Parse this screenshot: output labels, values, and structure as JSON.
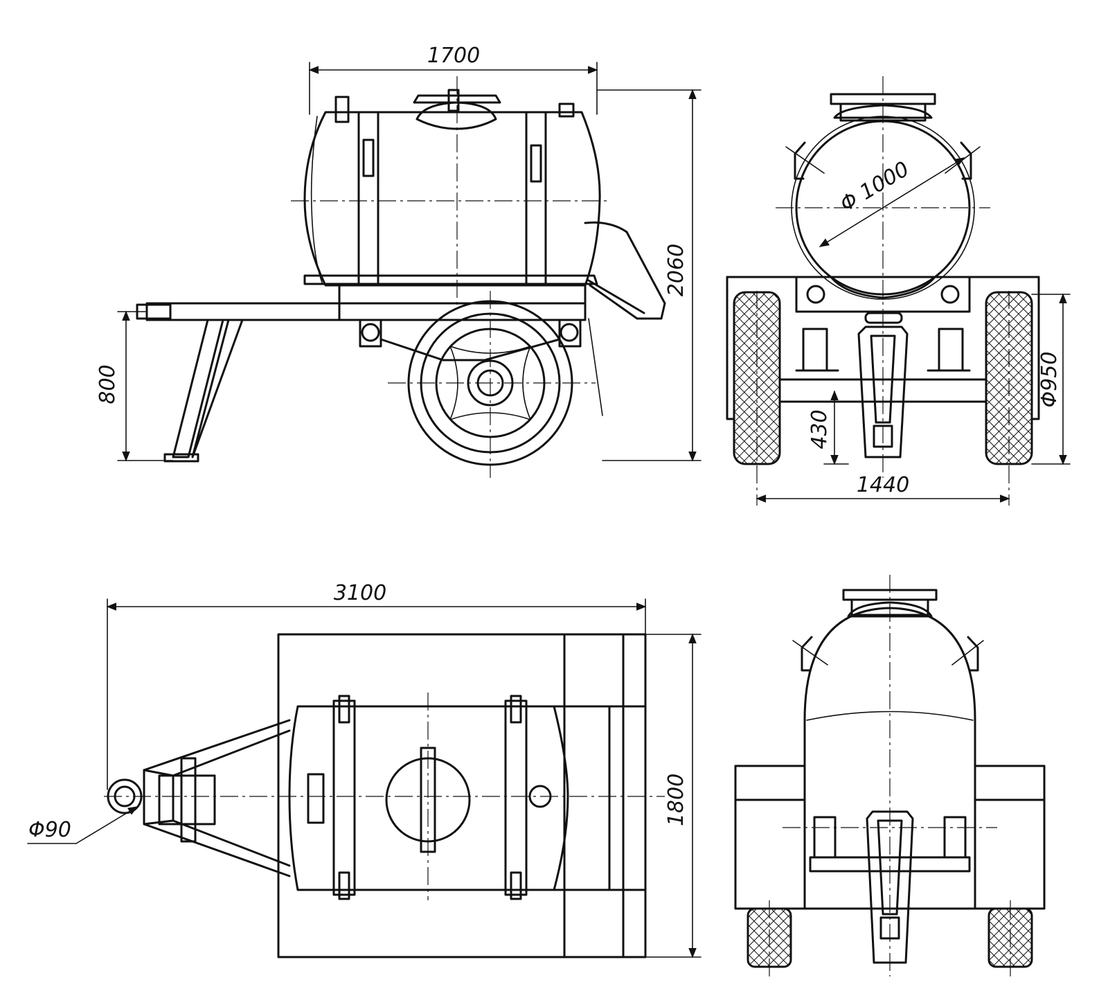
{
  "drawing": {
    "subject": "water tank trailer — orthographic views",
    "views": [
      "side-view",
      "front-view",
      "top-view",
      "rear-view"
    ],
    "colors": {
      "line": "#111111",
      "paper": "#ffffff"
    }
  },
  "dimensions": {
    "side_tank_length": "1700",
    "side_total_height": "2060",
    "side_hitch_height": "800",
    "front_tank_diameter": "Φ 1000",
    "front_wheel_diameter": "Φ950",
    "front_axle_height": "430",
    "front_track_width": "1440",
    "top_total_length": "3100",
    "top_total_width": "1800",
    "top_hitch_ring_diameter": "Φ90"
  }
}
